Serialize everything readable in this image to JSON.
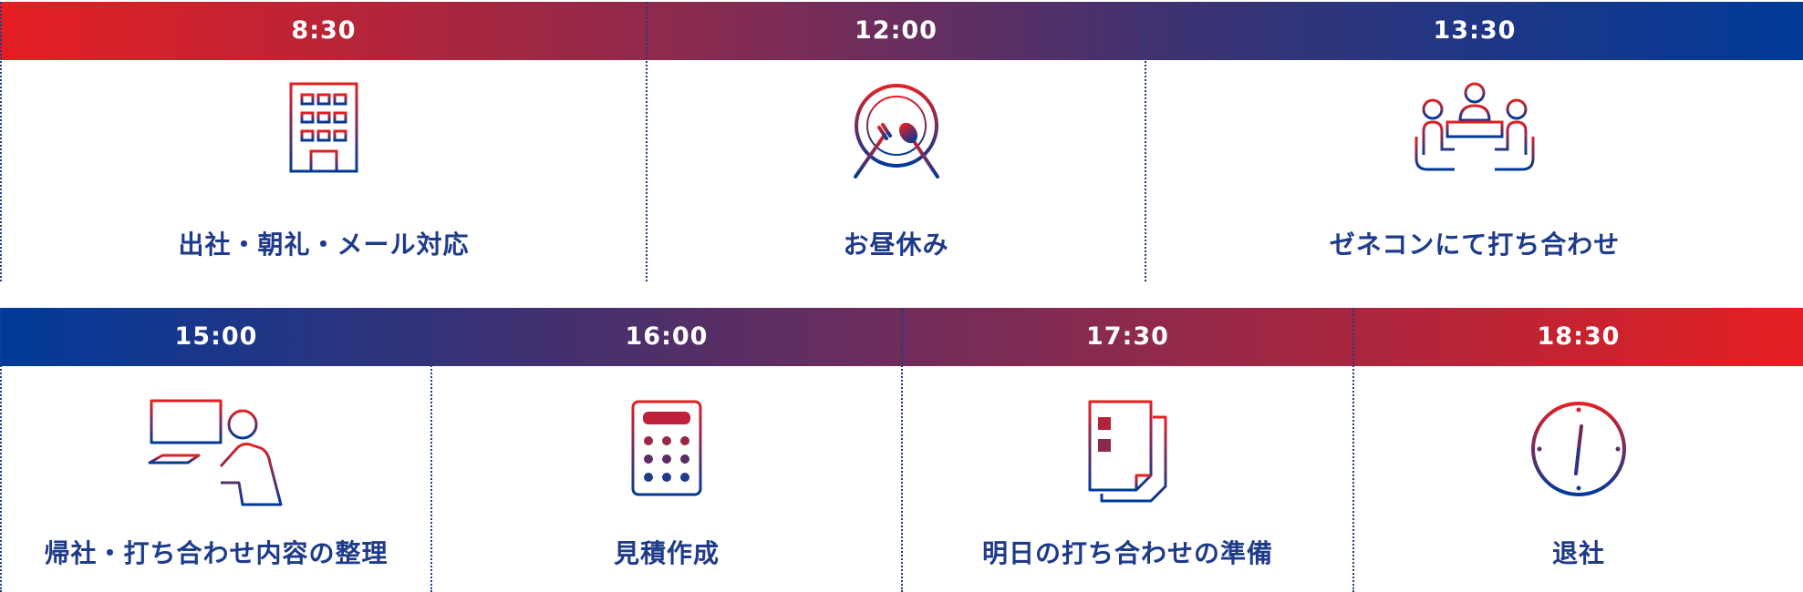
{
  "colors": {
    "red": "#e51f21",
    "blue": "#003a99",
    "label": "#1e3a8a"
  },
  "schedule_top": [
    {
      "time": "8:30",
      "label": "出社・朝礼・メール対応",
      "icon": "office-building-icon"
    },
    {
      "time": "12:00",
      "label": "お昼休み",
      "icon": "plate-fork-spoon-icon"
    },
    {
      "time": "13:30",
      "label": "ゼネコンにて打ち合わせ",
      "icon": "meeting-icon"
    }
  ],
  "schedule_bottom": [
    {
      "time": "15:00",
      "label": "帰社・打ち合わせ内容の整理",
      "icon": "desk-computer-icon"
    },
    {
      "time": "16:00",
      "label": "見積作成",
      "icon": "calculator-icon"
    },
    {
      "time": "17:30",
      "label": "明日の打ち合わせの準備",
      "icon": "documents-icon"
    },
    {
      "time": "18:30",
      "label": "退社",
      "icon": "clock-icon"
    }
  ]
}
